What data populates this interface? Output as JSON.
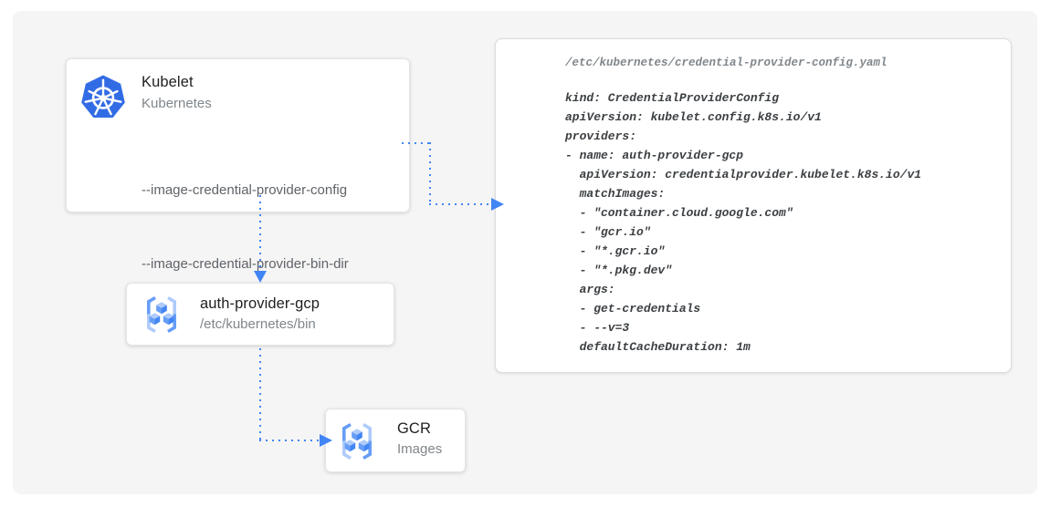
{
  "diagram": {
    "nodes": {
      "kubelet": {
        "icon": "kubernetes-icon",
        "title": "Kubelet",
        "subtitle": "Kubernetes",
        "flags": {
          "0": "--image-credential-provider-config",
          "1": "--image-credential-provider-bin-dir"
        }
      },
      "auth_provider": {
        "icon": "gcr-icon",
        "title": "auth-provider-gcp",
        "subtitle": "/etc/kubernetes/bin"
      },
      "gcr": {
        "icon": "gcr-icon",
        "title": "GCR",
        "subtitle": "Images"
      }
    },
    "code_panel": {
      "filename": "/etc/kubernetes/credential-provider-config.yaml",
      "lines": [
        "kind: CredentialProviderConfig",
        "apiVersion: kubelet.config.k8s.io/v1",
        "providers:",
        "- name: auth-provider-gcp",
        "  apiVersion: credentialprovider.kubelet.k8s.io/v1",
        "  matchImages:",
        "  - \"container.cloud.google.com\"",
        "  - \"gcr.io\"",
        "  - \"*.gcr.io\"",
        "  - \"*.pkg.dev\"",
        "  args:",
        "  - get-credentials",
        "  - --v=3",
        "  defaultCacheDuration: 1m"
      ]
    },
    "connections": [
      {
        "from": "kubelet --image-credential-provider-config flag",
        "to": "credential-provider-config.yaml panel",
        "style": "dotted-arrow"
      },
      {
        "from": "kubelet",
        "to": "auth-provider-gcp",
        "style": "dotted-arrow"
      },
      {
        "from": "auth-provider-gcp",
        "to": "GCR",
        "style": "dotted-arrow"
      }
    ],
    "colors": {
      "arrow_blue": "#4285f4",
      "kubernetes_blue": "#326ce5",
      "gcr_icon_blue": "#669df6",
      "gcr_icon_light_blue": "#aecbfa",
      "panel_background": "#f5f5f5",
      "card_background": "#ffffff",
      "title_text": "#212121",
      "muted_text": "#80868b",
      "flag_text": "#5f6368",
      "code_text": "#3c4043"
    }
  }
}
